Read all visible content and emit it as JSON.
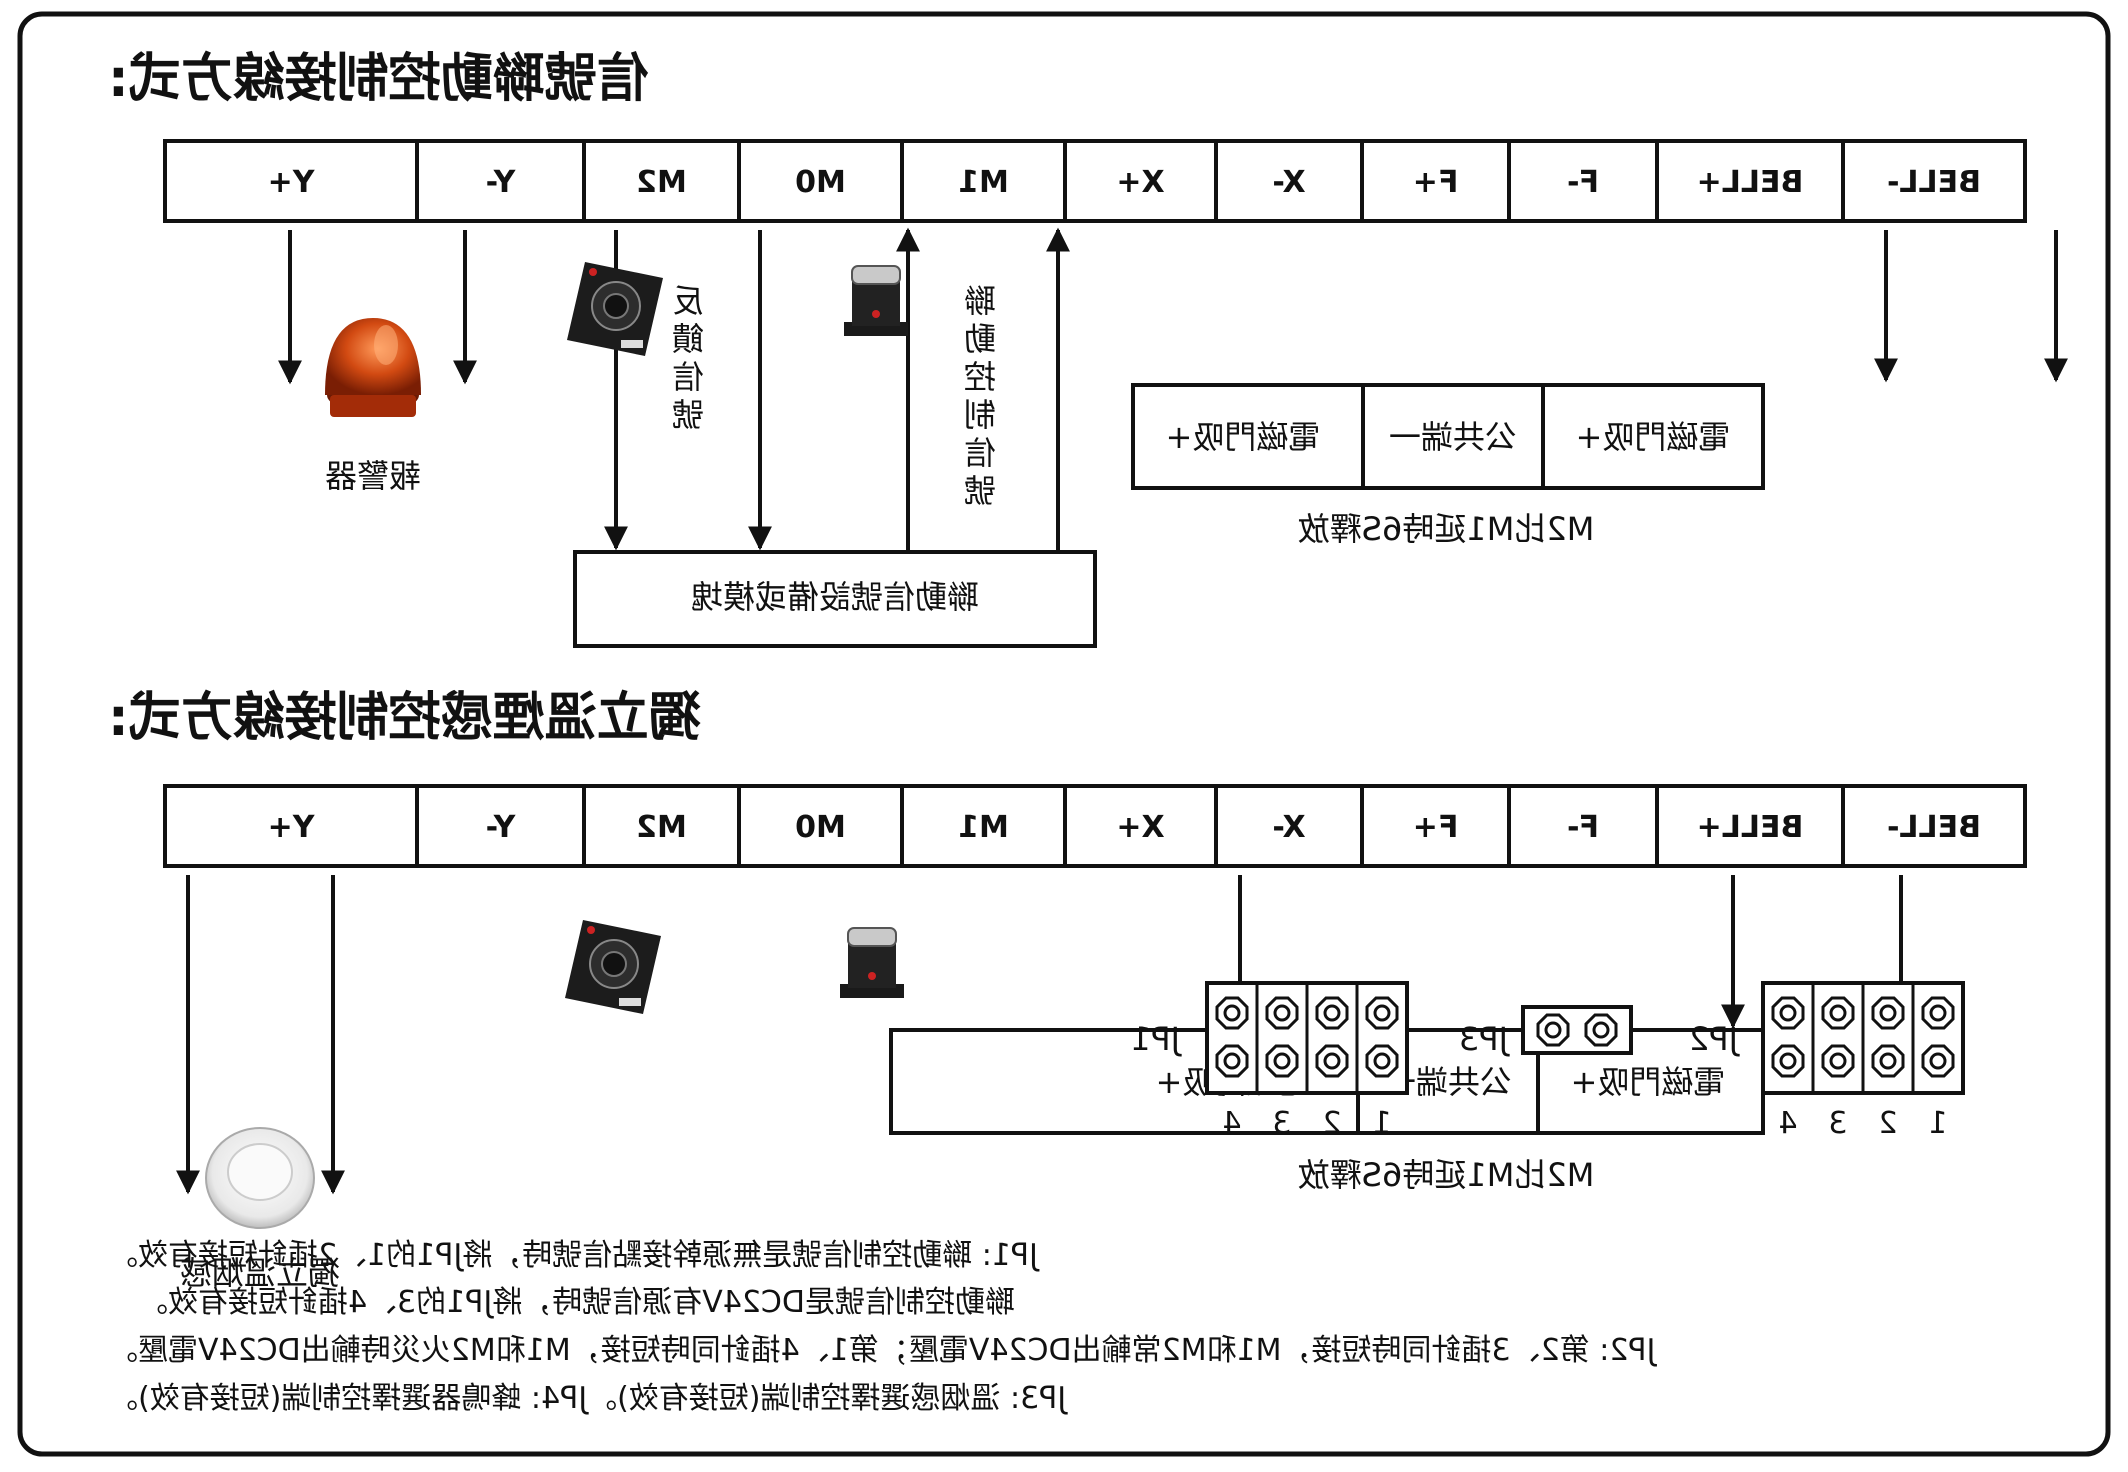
{
  "section1": {
    "title": "信號聯動控制接線方式:",
    "terminals": [
      "BELL-",
      "BELL+",
      "F-",
      "F+",
      "X-",
      "X+",
      "M1",
      "M0",
      "M2",
      "Y-",
      "Y+"
    ],
    "lock_terminal_labels": [
      "電磁門吸+",
      "公共端一",
      "電磁門吸+"
    ],
    "lock_caption": "M2比M1延時6S釋放",
    "alarm_label": "報警器",
    "feedback_label": "反饋信號",
    "linkage_label": "聯動控制信號",
    "module_label": "聯動信號設備或模塊"
  },
  "section2": {
    "title": "獨立溫煙感控制接線方式:",
    "terminals": [
      "BELL-",
      "BELL+",
      "F-",
      "F+",
      "X-",
      "X+",
      "M1",
      "M0",
      "M2",
      "Y-",
      "Y+"
    ],
    "lock_terminal_labels": [
      "電磁門吸+",
      "公共端一",
      "電磁門吸+"
    ],
    "lock_caption": "M2比M1延時6S釋放",
    "detector_label": "獨立溫烟感",
    "jumpers": [
      {
        "name": "JP2",
        "pins": [
          "1",
          "2",
          "3",
          "4"
        ]
      },
      {
        "name": "JP3",
        "pins": []
      },
      {
        "name": "JP1",
        "pins": [
          "1",
          "2",
          "3",
          "4"
        ]
      }
    ],
    "notes": [
      "JP1: 聯動控制信號是無源幹接點信號時，將JP1的1、2插針短接有效。",
      "聯動控制信號是DC24V有源信號時，將JP1的3、4插針短接有效。",
      "JP2: 第2、3插針同時短接，M1和M2常輸出DC24V電壓；第1、4插針同時短接，M1和M2火災時輸出DC24V電壓。",
      "JP3: 溫烟感選擇控制端(短接有效)。JP4: 蜂鳴器選擇控制端(短接有效)。"
    ]
  },
  "colors": {
    "ink": "#111111",
    "alarm": "#d24a12",
    "paper": "#ffffff"
  }
}
